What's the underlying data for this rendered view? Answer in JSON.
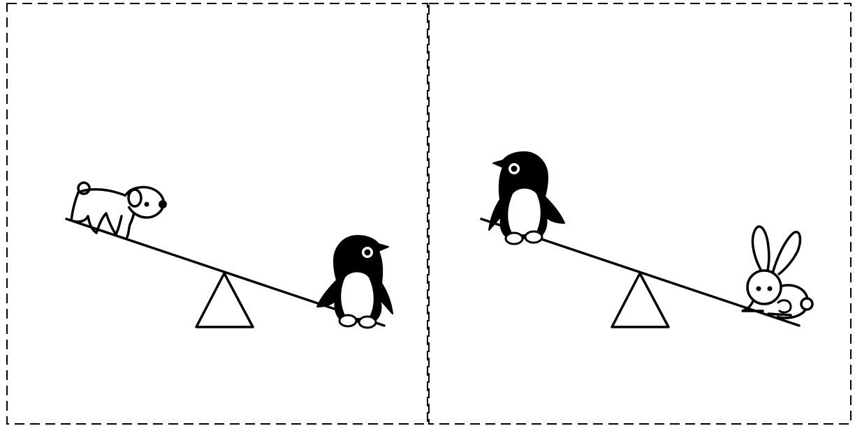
{
  "diagram": {
    "panels": [
      {
        "id": "left",
        "left_item": "dog",
        "right_item": "penguin",
        "heavier_side": "right"
      },
      {
        "id": "right",
        "left_item": "penguin",
        "right_item": "rabbit",
        "heavier_side": "right"
      }
    ],
    "colors": {
      "line": "#000000",
      "background": "#ffffff"
    },
    "icons": [
      "dog-icon",
      "penguin-icon",
      "rabbit-icon",
      "fulcrum-triangle"
    ]
  }
}
